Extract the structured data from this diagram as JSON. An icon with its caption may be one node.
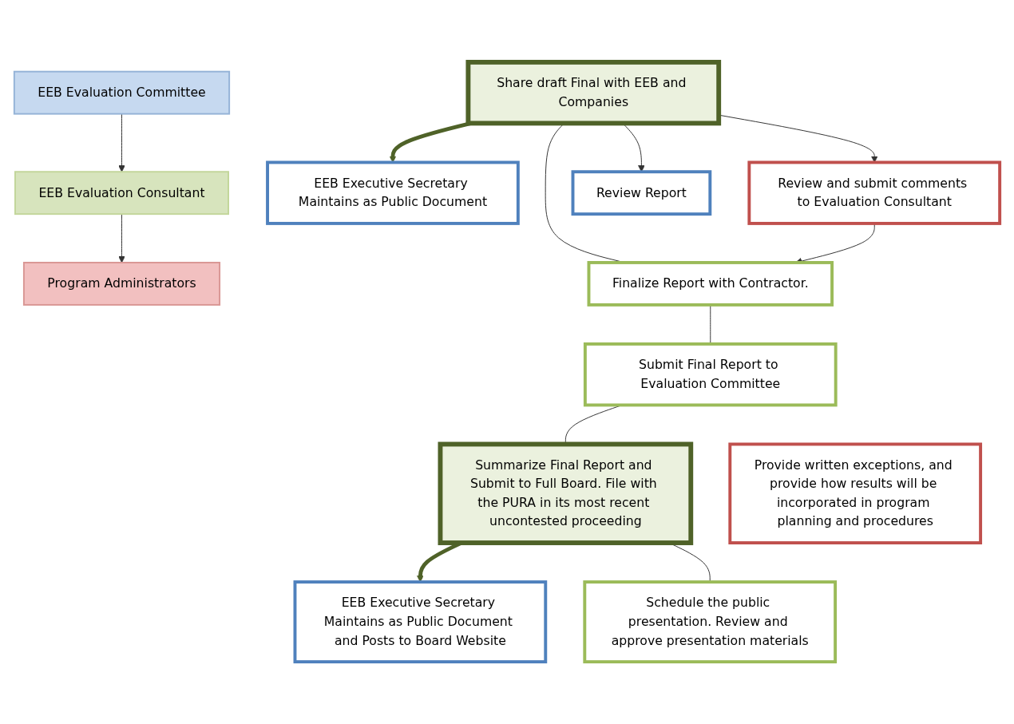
{
  "diagram": {
    "nodes": [
      {
        "text": [
          "EEB Evaluation Committee"
        ]
      },
      {
        "text": [
          "EEB Evaluation Consultant"
        ]
      },
      {
        "text": [
          "Program Administrators"
        ]
      },
      {
        "text": [
          "EEB Executive Secretary Maintains as Public Document"
        ]
      },
      {
        "text": [
          "Share draft Final with EEB and Companies"
        ]
      },
      {
        "text": [
          "Review and submit comments to Evaluation Consultant"
        ]
      },
      {
        "text": [
          "Review Report"
        ]
      },
      {
        "text": [
          "Finalize Report with Contractor."
        ]
      },
      {
        "text": [
          "Submit Final Report to Evaluation Committee"
        ]
      },
      {
        "text": [
          "EEB Executive Secretary Maintains as Public Document and Posts to Board Website"
        ]
      },
      {
        "text": [
          "Summarize Final Report and Submit to Full Board. File with the PURA in its most recent uncontested proceeding"
        ]
      },
      {
        "text": [
          "Provide written exceptions, and provide how results will be incorporated in program planning and procedures"
        ]
      },
      {
        "text": [
          "Schedule the public presentation. Review and approve presentation materials"
        ]
      }
    ],
    "edges": [
      {
        "from": 0,
        "to": 1,
        "arrow": "to"
      },
      {
        "from": 1,
        "to": 2,
        "arrow": "to"
      },
      {
        "from": 4,
        "to": 3,
        "arrow": "to",
        "style": "thick",
        "color": "#4f6228"
      },
      {
        "from": 4,
        "to": 6,
        "arrow": "to"
      },
      {
        "from": 4,
        "to": 5,
        "arrow": "to"
      },
      {
        "from": 4,
        "to": 7,
        "arrow": "none"
      },
      {
        "from": 5,
        "to": 7,
        "arrow": "to"
      },
      {
        "from": 7,
        "to": 8,
        "arrow": "none"
      },
      {
        "from": 8,
        "to": 10,
        "arrow": "none"
      },
      {
        "from": 10,
        "to": 9,
        "arrow": "to",
        "style": "thick",
        "color": "#4f6228"
      },
      {
        "from": 10,
        "to": 12,
        "arrow": "none"
      }
    ]
  }
}
